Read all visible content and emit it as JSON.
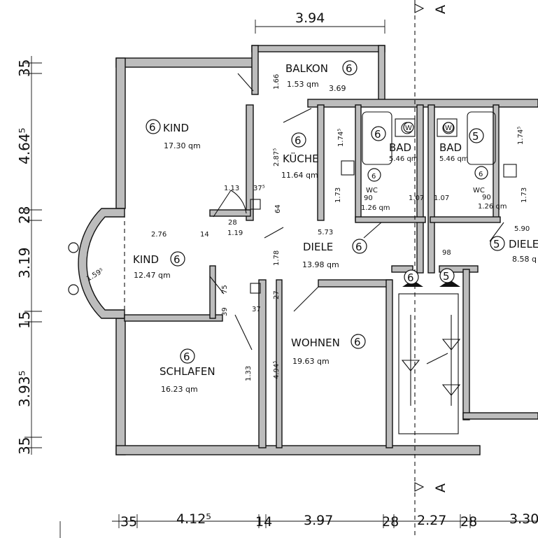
{
  "rooms": {
    "balkon": {
      "name": "BALKON",
      "num": "6",
      "area": "1.53 qm",
      "width": "3.69"
    },
    "kind1": {
      "name": "KIND",
      "num": "6",
      "area": "17.30 qm"
    },
    "kueche": {
      "name": "KÜCHE",
      "num": "6",
      "area": "11.64 qm"
    },
    "bad1": {
      "name": "BAD",
      "num": "6",
      "area": "5.46 qm"
    },
    "bad2": {
      "name": "BAD",
      "num": "5",
      "area": "5.46 qm"
    },
    "wc1": {
      "name": "WC",
      "num": "6",
      "area": "1.26 qm"
    },
    "wc2": {
      "name": "WC",
      "num": "6",
      "area": "1.26 qm"
    },
    "kind2": {
      "name": "KIND",
      "num": "6",
      "area": "12.47 qm"
    },
    "diele1": {
      "name": "DIELE",
      "num": "6",
      "area": "13.98 qm"
    },
    "diele2": {
      "name": "DIELE",
      "num": "5",
      "area": "8.58 q"
    },
    "schlafen": {
      "name": "SCHLAFEN",
      "num": "6",
      "area": "16.23 qm"
    },
    "wohnen": {
      "name": "WOHNEN",
      "num": "6",
      "area": "19.63 qm"
    }
  },
  "stair_markers": [
    "6",
    "5"
  ],
  "washer_label": "W",
  "section_label": "A",
  "dims": {
    "top": "3.94",
    "left": [
      "35",
      "4.64⁵",
      "28",
      "3.19",
      "15",
      "3.93⁵",
      "35"
    ],
    "bottom": [
      "35",
      "4.12⁵",
      "14",
      "3.97",
      "28",
      "2.27",
      "28",
      "3.30"
    ],
    "inner": {
      "d166": "1.66",
      "d287": "2.87⁵",
      "d174a": "1.74⁵",
      "d174b": "1.74⁵",
      "d113": "1.13",
      "d37a": "37⁵",
      "d64": "64",
      "d28": "28",
      "d119": "1.19",
      "d173a": "1.73",
      "d173b": "1.73",
      "d90a": "90",
      "d90b": "90",
      "d107a": "1.07",
      "d107b": "1.07",
      "d276": "2.76",
      "d14": "14",
      "d573": "5.73",
      "d590": "5.90",
      "d98": "98",
      "d178": "1.78",
      "d1595": "1.59⁵",
      "d39": "39",
      "d75": "75",
      "d37b": "37",
      "d27": "27",
      "d133": "1.33",
      "d494": "4.94⁵"
    }
  }
}
